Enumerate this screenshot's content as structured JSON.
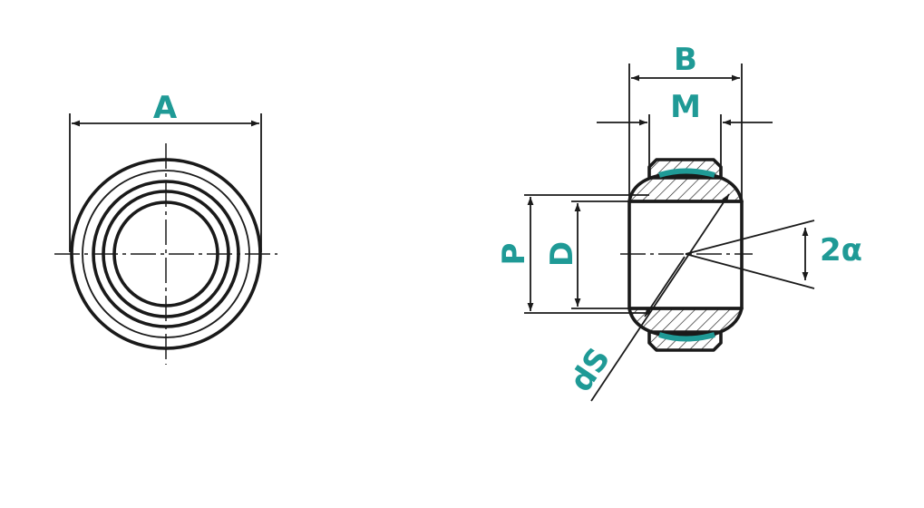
{
  "labels": {
    "outer_diameter": "A",
    "width": "B",
    "inner_width": "M",
    "ball_diameter": "P",
    "bore": "D",
    "angle": "2α",
    "sphere_diameter": "dS"
  },
  "colors": {
    "line": "#1a1a1a",
    "accent": "#1f9a96",
    "background": "#ffffff"
  }
}
